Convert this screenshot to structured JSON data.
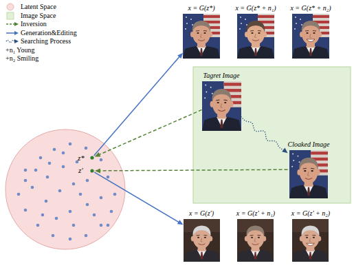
{
  "diagram": {
    "nodes": [
      {
        "text": [
          "z*",
          "z'"
        ]
      },
      {
        "text": [
          "x = G(z*)"
        ]
      },
      {
        "text": [
          "x = G(z* + n₁)"
        ]
      },
      {
        "text": [
          "x = G(z* + n₂)"
        ]
      },
      {
        "text": [
          "Tagret Image"
        ]
      },
      {
        "text": [
          "Cloaked Image"
        ]
      },
      {
        "text": [
          "x = G(z')"
        ]
      },
      {
        "text": [
          "x = G(z' + n₁)"
        ]
      },
      {
        "text": [
          "x = G(z' + n₂)"
        ]
      }
    ],
    "edges": [
      {
        "from": 0,
        "to": 1,
        "arrow": "to"
      },
      {
        "from": 0,
        "to": 6,
        "arrow": "to"
      },
      {
        "from": 4,
        "to": 0,
        "arrow": "to"
      },
      {
        "from": 5,
        "to": 0,
        "arrow": "to"
      },
      {
        "from": 4,
        "to": 5,
        "arrow": "to"
      }
    ],
    "legend": [
      {
        "text": "Latent Space",
        "color": "#f9dcdc"
      },
      {
        "text": "Image Space",
        "color": "#e2f0d9"
      },
      {
        "text": "Inversion"
      },
      {
        "text": "Generation&Editing"
      },
      {
        "text": "Searching Process"
      },
      {
        "text": "+n₁ Young"
      },
      {
        "text": "+n₂ Smiling"
      }
    ]
  }
}
